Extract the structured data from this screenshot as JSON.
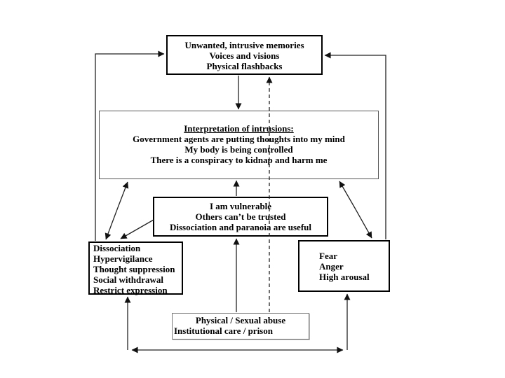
{
  "diagram": {
    "description": "Cognitive model flow diagram linking trauma, intrusions, interpretations, beliefs, coping behaviours and emotions",
    "colors": {
      "line": "#222222",
      "box_border": "#000000",
      "background": "#ffffff",
      "text": "#000000"
    },
    "boxes": {
      "intrusions": {
        "lines": [
          "Unwanted, intrusive memories",
          "Voices and visions",
          "Physical flashbacks"
        ]
      },
      "interpretation": {
        "title": "Interpretation of intrusions:",
        "lines": [
          "Government agents are putting thoughts into my mind",
          "My body is being controlled",
          "There is a conspiracy to kidnap and harm me"
        ]
      },
      "beliefs": {
        "lines": [
          "I am vulnerable",
          "Others can’t be trusted",
          "Dissociation and paranoia are useful"
        ]
      },
      "coping": {
        "lines": [
          "Dissociation",
          "Hypervigilance",
          "Thought suppression",
          "Social withdrawal",
          "Restrict expression"
        ]
      },
      "emotion": {
        "lines": [
          "Fear",
          "Anger",
          "High arousal"
        ]
      },
      "trauma": {
        "lines": [
          "Physical / Sexual abuse",
          "Institutional care / prison"
        ]
      }
    }
  }
}
